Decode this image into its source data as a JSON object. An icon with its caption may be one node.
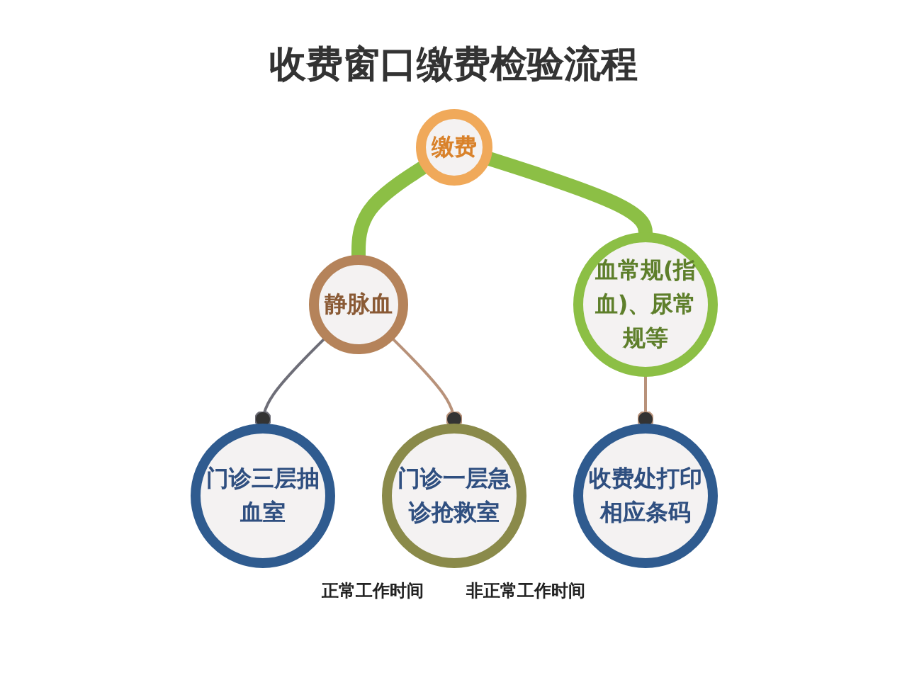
{
  "diagram": {
    "title": "收费窗口缴费检验流程",
    "nodes": [
      {
        "text": [
          "缴费"
        ]
      },
      {
        "text": [
          "静脉血"
        ]
      },
      {
        "text": [
          "血常规(指血)、尿常规等"
        ]
      },
      {
        "text": [
          "门诊三层抽血室"
        ],
        "beside": [
          "正常工作时间"
        ]
      },
      {
        "text": [
          "门诊一层急诊抢救室"
        ],
        "beside": [
          "非正常工作时间"
        ]
      },
      {
        "text": [
          "收费处打印相应条码"
        ]
      }
    ],
    "edges": [
      {
        "from": 0,
        "to": 1,
        "arrow": "none",
        "style": "thick",
        "color": "#8cbf45"
      },
      {
        "from": 0,
        "to": 2,
        "arrow": "none",
        "style": "thick",
        "color": "#8cbf45"
      },
      {
        "from": 1,
        "to": 3,
        "arrow": "other",
        "color": "#6e6e78"
      },
      {
        "from": 1,
        "to": 4,
        "arrow": "other"
      },
      {
        "from": 2,
        "to": 5,
        "arrow": "other"
      }
    ]
  }
}
